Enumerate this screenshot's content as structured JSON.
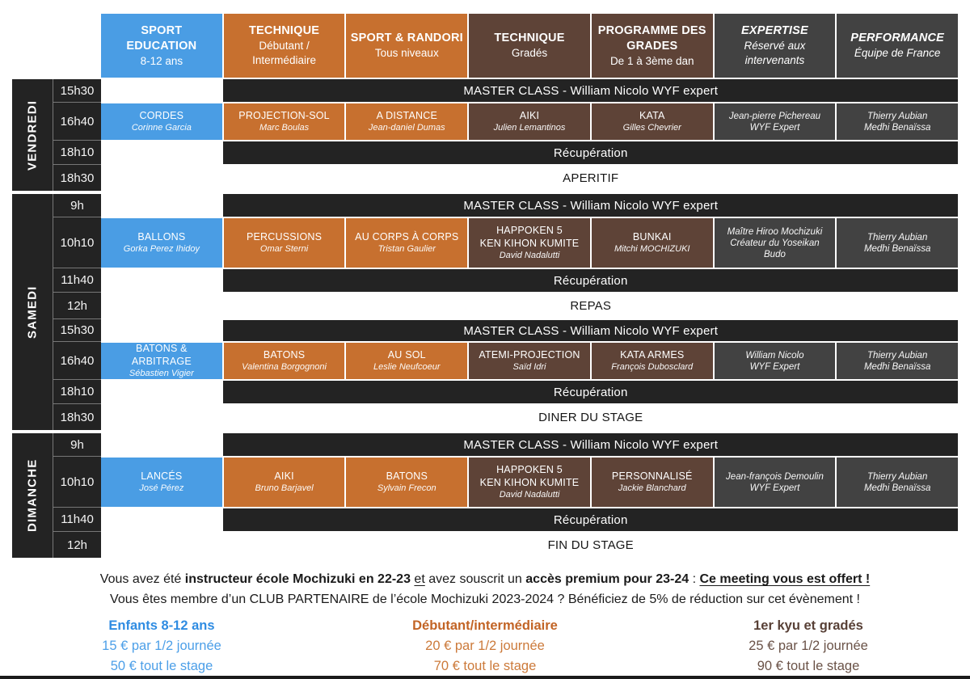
{
  "colors": {
    "blue": "#4A9DE4",
    "orange": "#C7702F",
    "brown": "#5E4337",
    "gray": "#424242",
    "dark_row": "#232323"
  },
  "header": {
    "columns": [
      {
        "style": "blue",
        "italic": false,
        "title_lines": [
          "SPORT",
          "EDUCATION"
        ],
        "subtitle_lines": [
          "8-12 ans"
        ]
      },
      {
        "style": "orange",
        "italic": false,
        "title_lines": [
          "TECHNIQUE"
        ],
        "subtitle_lines": [
          "Débutant /",
          "Intermédiaire"
        ]
      },
      {
        "style": "orange",
        "italic": false,
        "title_lines": [
          "SPORT & RANDORI"
        ],
        "subtitle_lines": [
          "Tous niveaux"
        ]
      },
      {
        "style": "brown",
        "italic": false,
        "title_lines": [
          "TECHNIQUE"
        ],
        "subtitle_lines": [
          "Gradés"
        ]
      },
      {
        "style": "brown",
        "italic": false,
        "title_lines": [
          "PROGRAMME DES",
          "GRADES"
        ],
        "subtitle_lines": [
          "De 1 à 3ème dan"
        ]
      },
      {
        "style": "gray",
        "italic": true,
        "title_lines": [
          "EXPERTISE"
        ],
        "subtitle_lines": [
          "Réservé aux",
          "intervenants"
        ]
      },
      {
        "style": "gray",
        "italic": true,
        "title_lines": [
          "PERFORMANCE"
        ],
        "subtitle_lines": [
          "Équipe de France"
        ]
      }
    ]
  },
  "master_class_label": "MASTER CLASS - William Nicolo WYF expert",
  "recovery_label": "Récupération",
  "days": [
    {
      "name": "VENDREDI",
      "rows": [
        {
          "time": "15h30",
          "type": "master"
        },
        {
          "time": "16h40",
          "type": "cells",
          "cells": [
            {
              "style": "blue",
              "title_lines": [
                "CORDES"
              ],
              "name_lines": [
                "Corinne Garcia"
              ]
            },
            {
              "style": "orange",
              "title_lines": [
                "PROJECTION-SOL"
              ],
              "name_lines": [
                "Marc Boulas"
              ]
            },
            {
              "style": "orange",
              "title_lines": [
                "A DISTANCE"
              ],
              "name_lines": [
                "Jean-daniel Dumas"
              ]
            },
            {
              "style": "brown",
              "title_lines": [
                "AIKI"
              ],
              "name_lines": [
                "Julien Lemantinos"
              ]
            },
            {
              "style": "brown",
              "title_lines": [
                "KATA"
              ],
              "name_lines": [
                "Gilles Chevrier"
              ]
            },
            {
              "style": "gray",
              "title_lines": [],
              "name_lines": [
                "Jean-pierre Pichereau",
                "WYF Expert"
              ]
            },
            {
              "style": "gray",
              "title_lines": [],
              "name_lines": [
                "Thierry Aubian",
                "Medhi Benaïssa"
              ]
            }
          ]
        },
        {
          "time": "18h10",
          "type": "recup"
        },
        {
          "time": "18h30",
          "type": "white",
          "label": "APERITIF"
        }
      ]
    },
    {
      "name": "SAMEDI",
      "rows": [
        {
          "time": "9h",
          "type": "master"
        },
        {
          "time": "10h10",
          "type": "cells",
          "cells": [
            {
              "style": "blue",
              "title_lines": [
                "BALLONS"
              ],
              "name_lines": [
                "Gorka Perez Ihidoy"
              ]
            },
            {
              "style": "orange",
              "title_lines": [
                "PERCUSSIONS"
              ],
              "name_lines": [
                "Omar Sterni"
              ]
            },
            {
              "style": "orange",
              "title_lines": [
                "AU CORPS À CORPS"
              ],
              "name_lines": [
                "Tristan Gaulier"
              ]
            },
            {
              "style": "brown",
              "title_lines": [
                "HAPPOKEN 5",
                "KEN KIHON KUMITE"
              ],
              "name_lines": [
                "David Nadalutti"
              ]
            },
            {
              "style": "brown",
              "title_lines": [
                "BUNKAI"
              ],
              "name_lines": [
                "Mitchi MOCHIZUKI"
              ]
            },
            {
              "style": "gray",
              "title_lines": [],
              "name_lines": [
                "Maître Hiroo Mochizuki",
                "Créateur du Yoseikan Budo"
              ]
            },
            {
              "style": "gray",
              "title_lines": [],
              "name_lines": [
                "Thierry Aubian",
                "Medhi Benaïssa"
              ]
            }
          ]
        },
        {
          "time": "11h40",
          "type": "recup"
        },
        {
          "time": "12h",
          "type": "white",
          "label": "REPAS"
        },
        {
          "time": "15h30",
          "type": "master"
        },
        {
          "time": "16h40",
          "type": "cells",
          "cells": [
            {
              "style": "blue",
              "title_lines": [
                "BATONS & ARBITRAGE"
              ],
              "name_lines": [
                "Sébastien Vigier"
              ]
            },
            {
              "style": "orange",
              "title_lines": [
                "BATONS"
              ],
              "name_lines": [
                "Valentina Borgognoni"
              ]
            },
            {
              "style": "orange",
              "title_lines": [
                "AU SOL"
              ],
              "name_lines": [
                "Leslie Neufcoeur"
              ]
            },
            {
              "style": "brown",
              "title_lines": [
                "ATEMI-PROJECTION"
              ],
              "name_lines": [
                "Saïd Idri"
              ]
            },
            {
              "style": "brown",
              "title_lines": [
                "KATA ARMES"
              ],
              "name_lines": [
                "François Dubosclard"
              ]
            },
            {
              "style": "gray",
              "title_lines": [],
              "name_lines": [
                "William Nicolo",
                "WYF Expert"
              ]
            },
            {
              "style": "gray",
              "title_lines": [],
              "name_lines": [
                "Thierry Aubian",
                "Medhi Benaïssa"
              ]
            }
          ]
        },
        {
          "time": "18h10",
          "type": "recup"
        },
        {
          "time": "18h30",
          "type": "white",
          "label": "DINER DU STAGE"
        }
      ]
    },
    {
      "name": "DIMANCHE",
      "rows": [
        {
          "time": "9h",
          "type": "master"
        },
        {
          "time": "10h10",
          "type": "cells",
          "cells": [
            {
              "style": "blue",
              "title_lines": [
                "LANCÉS"
              ],
              "name_lines": [
                "José Pérez"
              ]
            },
            {
              "style": "orange",
              "title_lines": [
                "AIKI"
              ],
              "name_lines": [
                "Bruno Barjavel"
              ]
            },
            {
              "style": "orange",
              "title_lines": [
                "BATONS"
              ],
              "name_lines": [
                "Sylvain Frecon"
              ]
            },
            {
              "style": "brown",
              "title_lines": [
                "HAPPOKEN 5",
                "KEN KIHON KUMITE"
              ],
              "name_lines": [
                "David Nadalutti"
              ]
            },
            {
              "style": "brown",
              "title_lines": [
                "PERSONNALISÉ"
              ],
              "name_lines": [
                "Jackie Blanchard"
              ]
            },
            {
              "style": "gray",
              "title_lines": [],
              "name_lines": [
                "Jean-françois Demoulin",
                "WYF Expert"
              ]
            },
            {
              "style": "gray",
              "title_lines": [],
              "name_lines": [
                "Thierry Aubian",
                "Medhi Benaïssa"
              ]
            }
          ]
        },
        {
          "time": "11h40",
          "type": "recup"
        },
        {
          "time": "12h",
          "type": "white",
          "label": "FIN DU STAGE"
        }
      ]
    }
  ],
  "notes": {
    "line1_segments": [
      {
        "text": "Vous avez été ",
        "bold": false,
        "underline": false
      },
      {
        "text": "instructeur école Mochizuki en 22-23",
        "bold": true,
        "underline": false
      },
      {
        "text": " ",
        "bold": false,
        "underline": false
      },
      {
        "text": "et",
        "bold": false,
        "underline": true
      },
      {
        "text": " avez souscrit un ",
        "bold": false,
        "underline": false
      },
      {
        "text": "accès premium pour 23-24",
        "bold": true,
        "underline": false
      },
      {
        "text": " : ",
        "bold": false,
        "underline": false
      },
      {
        "text": "Ce meeting vous est offert !",
        "bold": true,
        "underline": true
      }
    ],
    "line2": "Vous êtes membre d’un CLUB PARTENAIRE de l’école Mochizuki 2023-2024 ? Bénéficiez de 5% de réduction sur cet évènement !"
  },
  "pricing": [
    {
      "title": "Enfants 8-12 ans",
      "lines": [
        "15 € par 1/2 journée",
        "50 € tout le stage"
      ],
      "title_color": "#2F8CE2",
      "line_color": "#4C9FE8"
    },
    {
      "title": "Débutant/intermédiaire",
      "lines": [
        "20 € par 1/2 journée",
        "70 € tout le stage"
      ],
      "title_color": "#C26425",
      "line_color": "#CC7A3A"
    },
    {
      "title": "1er kyu et gradés",
      "lines": [
        "25 € par 1/2 journée",
        "90 € tout le stage"
      ],
      "title_color": "#584036",
      "line_color": "#6A5247"
    }
  ]
}
